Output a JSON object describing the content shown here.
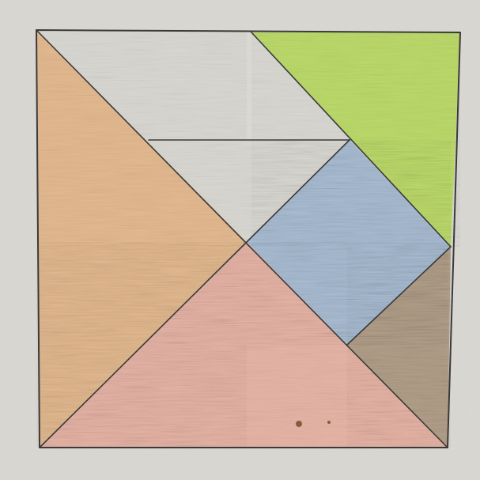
{
  "puzzle": {
    "pieces": [
      {
        "id": "orange-large-triangle",
        "color": "#E3B98F"
      },
      {
        "id": "pink-large-triangle",
        "color": "#E6B4A6"
      },
      {
        "id": "green-small-triangle",
        "color": "#BBD96A"
      },
      {
        "id": "blue-square",
        "color": "#A9BDD3"
      },
      {
        "id": "brown-small-triangle",
        "color": "#B3A08A"
      },
      {
        "id": "uncolored-triangle",
        "color": "#D9D8D3"
      },
      {
        "id": "uncolored-parallelogram",
        "color": "#D9D8D3"
      }
    ],
    "paper_color": "#D9D8D3",
    "outline_color": "#3a3a3a"
  }
}
